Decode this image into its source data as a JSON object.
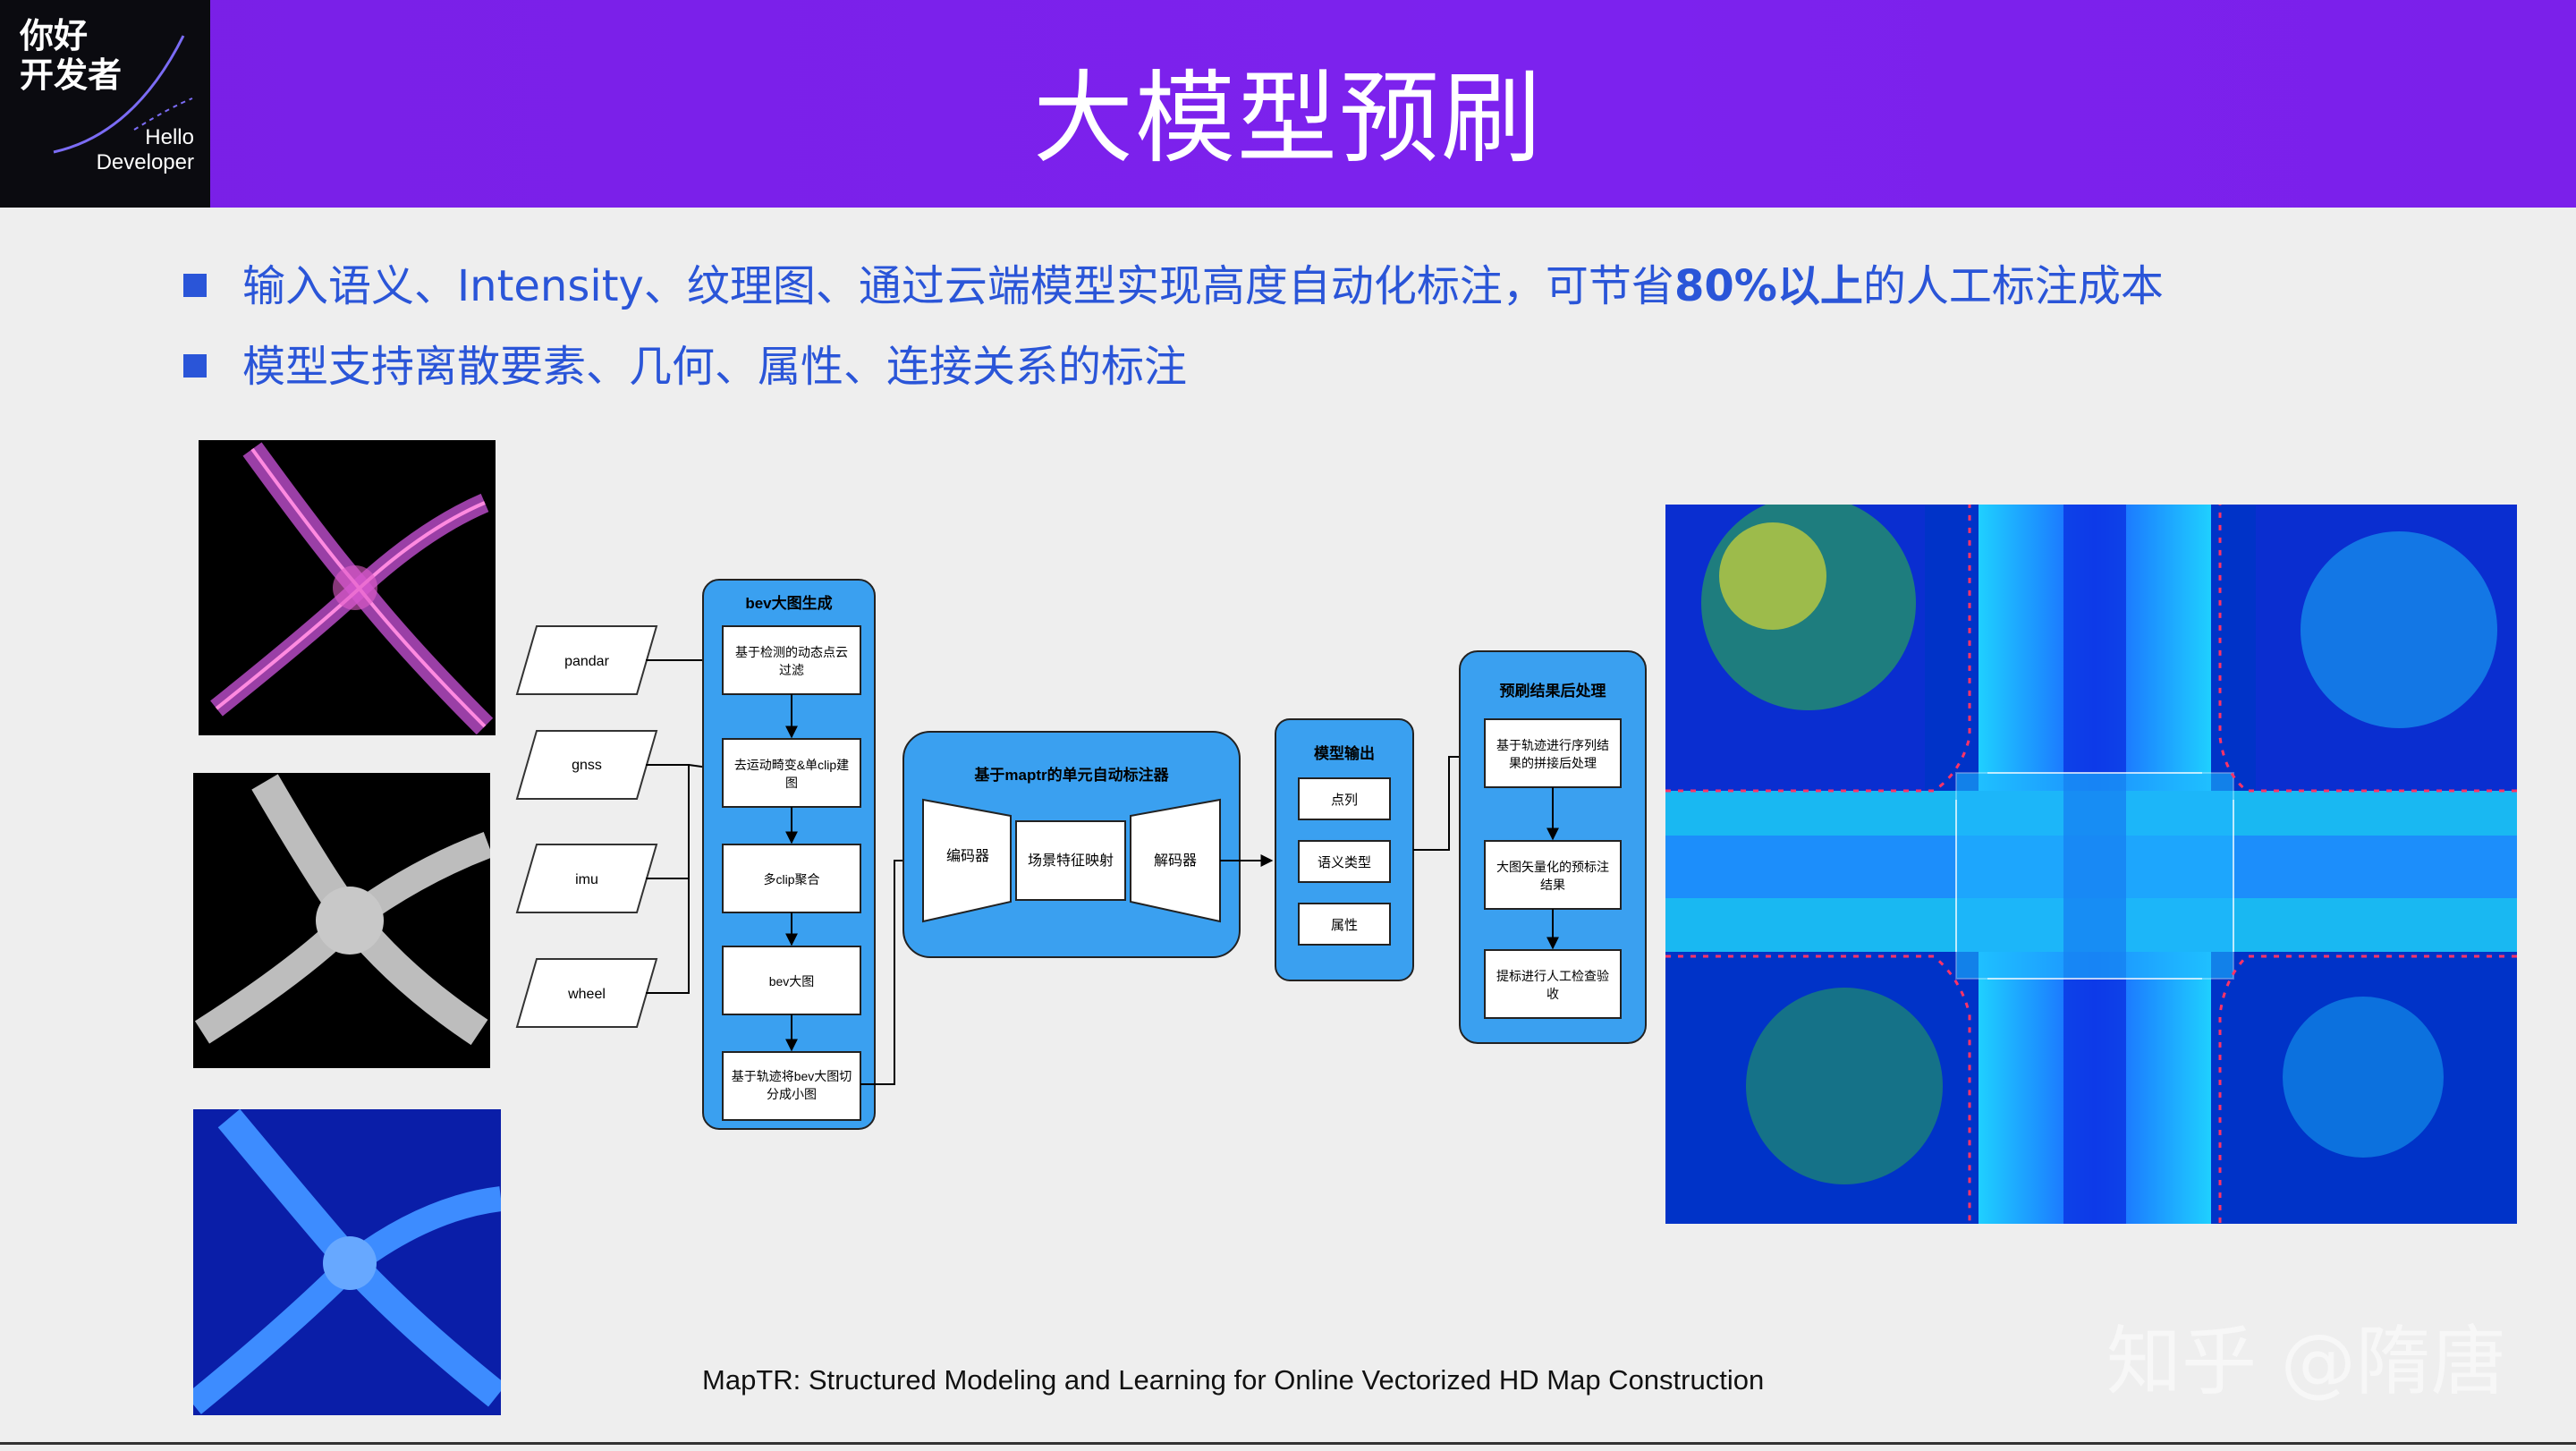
{
  "logo": {
    "cn_line1": "你好",
    "cn_line2": "开发者",
    "en_line1": "Hello",
    "en_line2": "Developer"
  },
  "title": "大模型预刷",
  "bullets": [
    {
      "pre": "输入语义、Intensity、纹理图、通过云端模型实现高度自动化标注，可节省",
      "bold": "80%以上",
      "post": "的人工标注成本"
    },
    {
      "pre": "模型支持离散要素、几何、属性、连接关系的标注",
      "bold": "",
      "post": ""
    }
  ],
  "inputs": [
    "pandar",
    "gnss",
    "imu",
    "wheel"
  ],
  "bev_group": {
    "title": "bev大图生成",
    "steps": [
      "基于检测的动态点云过滤",
      "去运动畸变&单clip建图",
      "多clip聚合",
      "bev大图",
      "基于轨迹将bev大图切分成小图"
    ]
  },
  "annotator": {
    "title": "基于maptr的单元自动标注器",
    "encoder": "编码器",
    "mapper": "场景特征映射",
    "decoder": "解码器"
  },
  "output": {
    "title": "模型输出",
    "items": [
      "点列",
      "语义类型",
      "属性"
    ]
  },
  "post": {
    "title": "预刷结果后处理",
    "steps": [
      "基于轨迹进行序列结果的拼接后处理",
      "大图矢量化的预标注结果",
      "提标进行人工检查验收"
    ]
  },
  "caption": "MapTR: Structured Modeling and Learning for Online Vectorized HD Map Construction",
  "watermark": "知乎 @隋唐",
  "colors": {
    "header": "#7b20ea",
    "bullet": "#2a55d8",
    "flow_blue": "#3aa0f0"
  }
}
